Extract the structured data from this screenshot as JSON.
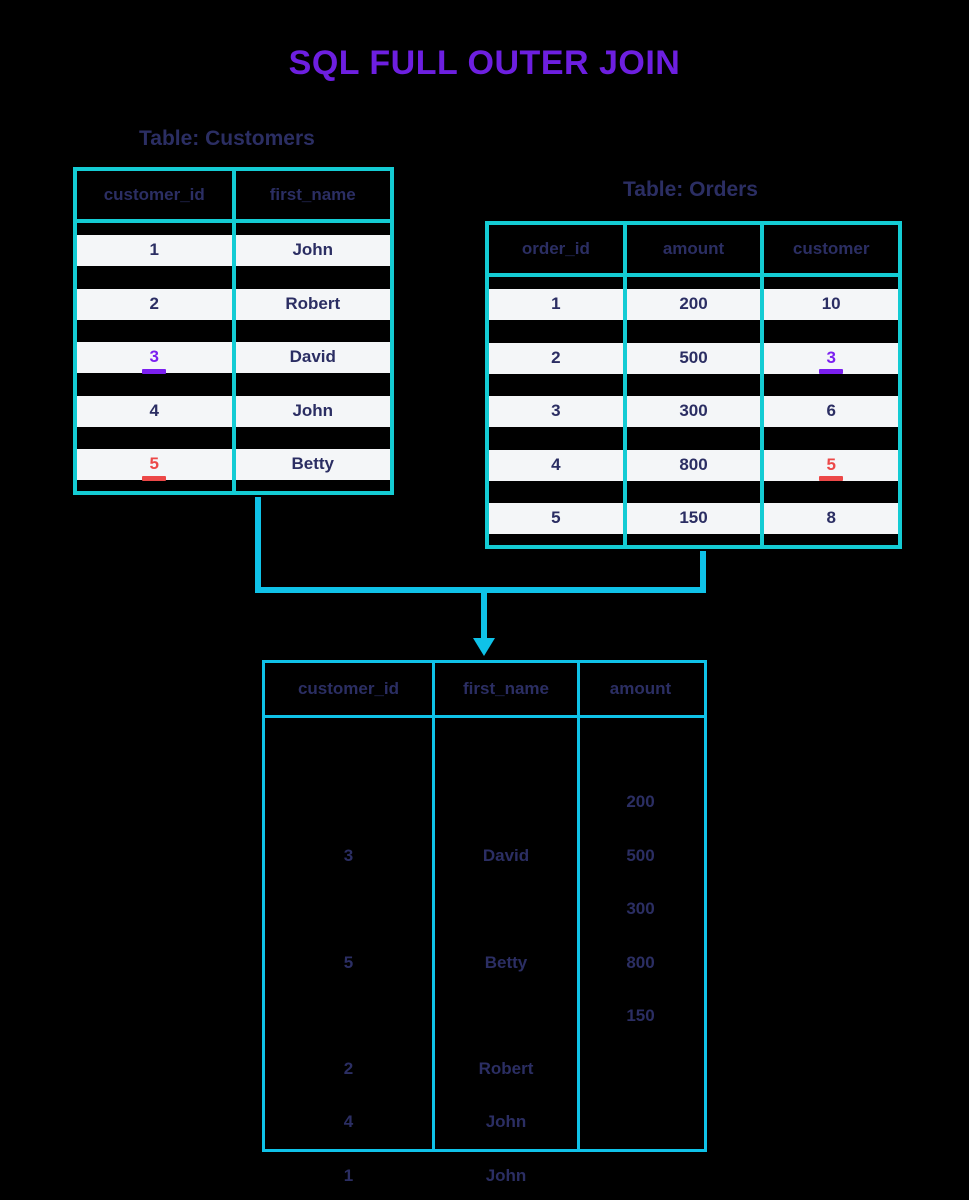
{
  "page": {
    "title": "SQL FULL OUTER JOIN",
    "background": "#000000",
    "accent_teal": "#14ccd4",
    "accent_cyan": "#0fc2e8",
    "title_color": "#6d1fe0",
    "text_navy": "#2b2e63",
    "highlight_purple": "#7b1ff0",
    "highlight_red": "#ec4848"
  },
  "customers_table": {
    "caption": "Table: Customers",
    "columns": [
      "customer_id",
      "first_name"
    ],
    "rows": [
      {
        "customer_id": "1",
        "first_name": "John",
        "highlight": "none"
      },
      {
        "customer_id": "2",
        "first_name": "Robert",
        "highlight": "none"
      },
      {
        "customer_id": "3",
        "first_name": "David",
        "highlight": "purple"
      },
      {
        "customer_id": "4",
        "first_name": "John",
        "highlight": "none"
      },
      {
        "customer_id": "5",
        "first_name": "Betty",
        "highlight": "red"
      }
    ]
  },
  "orders_table": {
    "caption": "Table: Orders",
    "columns": [
      "order_id",
      "amount",
      "customer"
    ],
    "rows": [
      {
        "order_id": "1",
        "amount": "200",
        "customer": "10",
        "highlight": "none"
      },
      {
        "order_id": "2",
        "amount": "500",
        "customer": "3",
        "highlight": "purple"
      },
      {
        "order_id": "3",
        "amount": "300",
        "customer": "6",
        "highlight": "none"
      },
      {
        "order_id": "4",
        "amount": "800",
        "customer": "5",
        "highlight": "red"
      },
      {
        "order_id": "5",
        "amount": "150",
        "customer": "8",
        "highlight": "none"
      }
    ]
  },
  "result_table": {
    "columns": [
      "customer_id",
      "first_name",
      "amount"
    ],
    "customer_id_values": [
      "3",
      "5",
      "2",
      "4",
      "1"
    ],
    "first_name_values": [
      "David",
      "Betty",
      "Robert",
      "John",
      "John"
    ],
    "amount_values": [
      "200",
      "500",
      "300",
      "800",
      "150"
    ]
  },
  "connector": {
    "arrow_direction": "down"
  }
}
